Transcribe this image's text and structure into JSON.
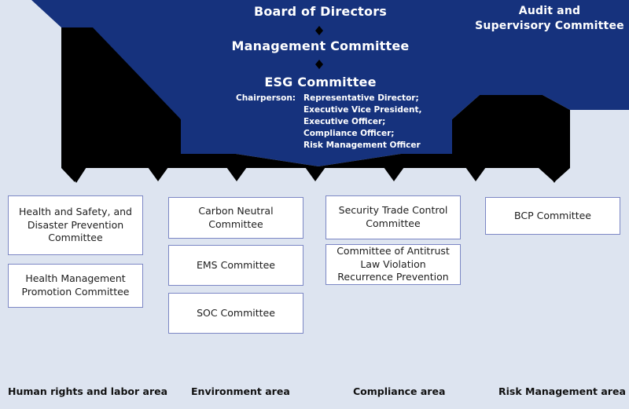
{
  "palette": {
    "background": "#dde4f0",
    "brand_blue": "#16327d",
    "bracket_black": "#000000",
    "box_border": "#7b86c4",
    "box_fill": "#ffffff",
    "text_on_blue": "#ffffff",
    "text_dark": "#1d1d1d"
  },
  "governance": {
    "board_of_directors": "Board of Directors",
    "management_committee": "Management Committee",
    "esg_committee": "ESG Committee",
    "audit_supervisory_committee": "Audit and\nSupervisory Committee",
    "chairperson_label": "Chairperson:",
    "chairperson_values": "Representative Director;\nExecutive Vice President,\nExecutive Officer;\nCompliance Officer;\nRisk Management Officer"
  },
  "columns": [
    {
      "area_label": "Human rights and labor area",
      "boxes": [
        {
          "label": "Health and Safety, and\nDisaster Prevention\nCommittee"
        },
        {
          "label": "Health Management\nPromotion Committee"
        }
      ]
    },
    {
      "area_label": "Environment area",
      "boxes": [
        {
          "label": "Carbon Neutral\nCommittee"
        },
        {
          "label": "EMS Committee"
        },
        {
          "label": "SOC Committee"
        }
      ]
    },
    {
      "area_label": "Compliance area",
      "boxes": [
        {
          "label": "Security Trade Control\nCommittee"
        },
        {
          "label": "Committee of Antitrust\nLaw Violation\nRecurrence Prevention"
        }
      ]
    },
    {
      "area_label": "Risk Management area",
      "boxes": [
        {
          "label": "BCP Committee"
        }
      ]
    }
  ]
}
